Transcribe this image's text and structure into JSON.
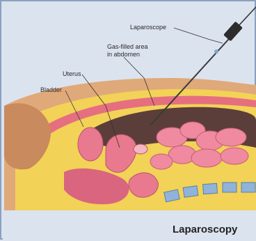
{
  "labels": {
    "laparoscope": "Laparoscope",
    "gas_area_line1": "Gas-filled area",
    "gas_area_line2": "in abdomen",
    "uterus": "Uterus",
    "bladder": "Bladder"
  },
  "title": "Laparoscopy",
  "colors": {
    "background": "#dbe3ee",
    "border": "#8aa0bf",
    "skin": "#e0a979",
    "fat": "#f2d257",
    "organ_pink": "#e8798f",
    "intestine": "#ef8aa0",
    "cavity": "#5b3e3a",
    "spine_blue": "#8fb3d9"
  }
}
